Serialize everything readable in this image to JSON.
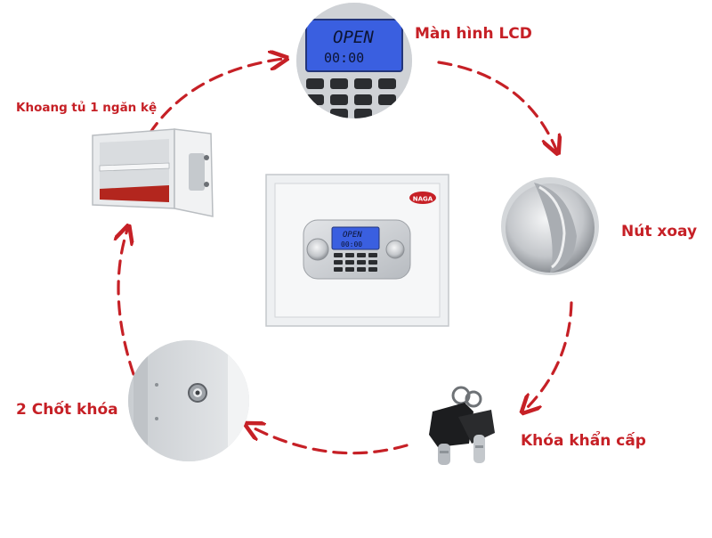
{
  "labels": {
    "lcd_screen": "Màn hình LCD",
    "rotary_knob": "Nút xoay",
    "emergency_lock": "Khóa khẩn cấp",
    "two_bolts": "2 Chốt khóa",
    "one_shelf_compartment": "Khoang tủ 1 ngăn kệ"
  },
  "lcd_closeup": {
    "line1": "OPEN",
    "line2": "00:00"
  },
  "safe_panel": {
    "brand": "NAGA",
    "line1": "OPEN",
    "line2": "00:00"
  },
  "colors": {
    "accent": "#c62026",
    "lcd_blue": "#3a5fe0",
    "steel": "#c9ccd0",
    "safe_body": "#eef0f2",
    "shelf_red": "#b3261e"
  }
}
